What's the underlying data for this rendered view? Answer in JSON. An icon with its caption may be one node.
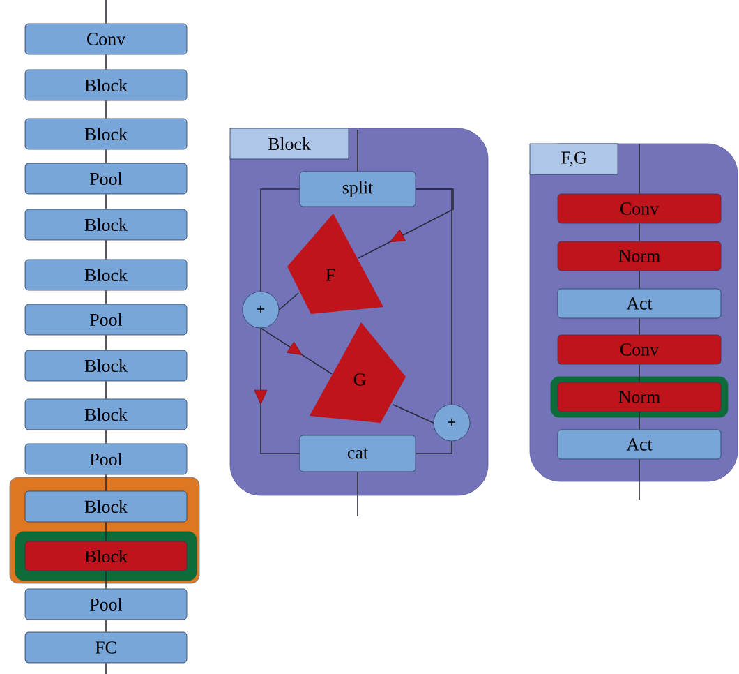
{
  "diagram": {
    "nodes": [
      {
        "text": [
          "Conv"
        ]
      },
      {
        "text": [
          "Block"
        ]
      },
      {
        "text": [
          "Block"
        ]
      },
      {
        "text": [
          "Pool"
        ]
      },
      {
        "text": [
          "Block"
        ]
      },
      {
        "text": [
          "Block"
        ]
      },
      {
        "text": [
          "Pool"
        ]
      },
      {
        "text": [
          "Block"
        ]
      },
      {
        "text": [
          "Block"
        ]
      },
      {
        "text": [
          "Pool"
        ]
      },
      {
        "text": [],
        "shape": "box"
      },
      {
        "text": [
          "Block"
        ],
        "in": 10
      },
      {
        "text": [],
        "shape": "box",
        "in": 10
      },
      {
        "text": [
          "Block"
        ],
        "in": 12
      },
      {
        "text": [
          "Pool"
        ]
      },
      {
        "text": [
          "FC"
        ]
      },
      {
        "text": [
          "Block"
        ]
      },
      {
        "text": [
          "split"
        ],
        "in": 16
      },
      {
        "text": [
          "F"
        ],
        "in": 16
      },
      {
        "text": [
          "+"
        ],
        "in": 16
      },
      {
        "text": [
          "G"
        ],
        "in": 16
      },
      {
        "text": [
          "+"
        ],
        "in": 16
      },
      {
        "text": [
          "cat"
        ],
        "in": 16
      },
      {
        "text": [
          "F,G"
        ]
      },
      {
        "text": [
          "Conv"
        ],
        "in": 23
      },
      {
        "text": [
          "Norm"
        ],
        "in": 23
      },
      {
        "text": [
          "Act"
        ],
        "in": 23
      },
      {
        "text": [
          "Conv"
        ],
        "in": 23
      },
      {
        "text": [],
        "shape": "box",
        "in": 23
      },
      {
        "text": [
          "Norm"
        ],
        "in": 28
      },
      {
        "text": [
          "Act"
        ],
        "in": 23
      }
    ],
    "edges": [
      {
        "from": null,
        "to": 0,
        "arrow": "none"
      },
      {
        "from": 0,
        "to": 1,
        "arrow": "none"
      },
      {
        "from": 1,
        "to": 2,
        "arrow": "none"
      },
      {
        "from": 2,
        "to": 3,
        "arrow": "none"
      },
      {
        "from": 3,
        "to": 4,
        "arrow": "none"
      },
      {
        "from": 4,
        "to": 5,
        "arrow": "none"
      },
      {
        "from": 5,
        "to": 6,
        "arrow": "none"
      },
      {
        "from": 6,
        "to": 7,
        "arrow": "none"
      },
      {
        "from": 7,
        "to": 8,
        "arrow": "none"
      },
      {
        "from": 8,
        "to": 9,
        "arrow": "none"
      },
      {
        "from": 9,
        "to": 11,
        "arrow": "none"
      },
      {
        "from": 11,
        "to": 13,
        "arrow": "none"
      },
      {
        "from": 13,
        "to": 14,
        "arrow": "none"
      },
      {
        "from": 14,
        "to": 15,
        "arrow": "none"
      },
      {
        "from": 15,
        "to": null,
        "arrow": "none"
      },
      {
        "from": null,
        "to": 17,
        "arrow": "none"
      },
      {
        "from": 17,
        "to": 19,
        "arrow": "none"
      },
      {
        "from": 17,
        "to": 18,
        "arrow": "to"
      },
      {
        "from": 17,
        "to": 21,
        "arrow": "none"
      },
      {
        "from": 18,
        "to": 19,
        "arrow": "none"
      },
      {
        "from": 19,
        "to": 20,
        "arrow": "to"
      },
      {
        "from": 19,
        "to": 22,
        "arrow": "to"
      },
      {
        "from": 20,
        "to": 21,
        "arrow": "none"
      },
      {
        "from": 21,
        "to": 22,
        "arrow": "none"
      },
      {
        "from": 22,
        "to": null,
        "arrow": "none"
      },
      {
        "from": null,
        "to": 24,
        "arrow": "none"
      },
      {
        "from": 24,
        "to": 25,
        "arrow": "none"
      },
      {
        "from": 25,
        "to": 26,
        "arrow": "none"
      },
      {
        "from": 26,
        "to": 27,
        "arrow": "none"
      },
      {
        "from": 27,
        "to": 29,
        "arrow": "none"
      },
      {
        "from": 29,
        "to": 30,
        "arrow": "none"
      },
      {
        "from": 30,
        "to": null,
        "arrow": "none"
      }
    ]
  }
}
